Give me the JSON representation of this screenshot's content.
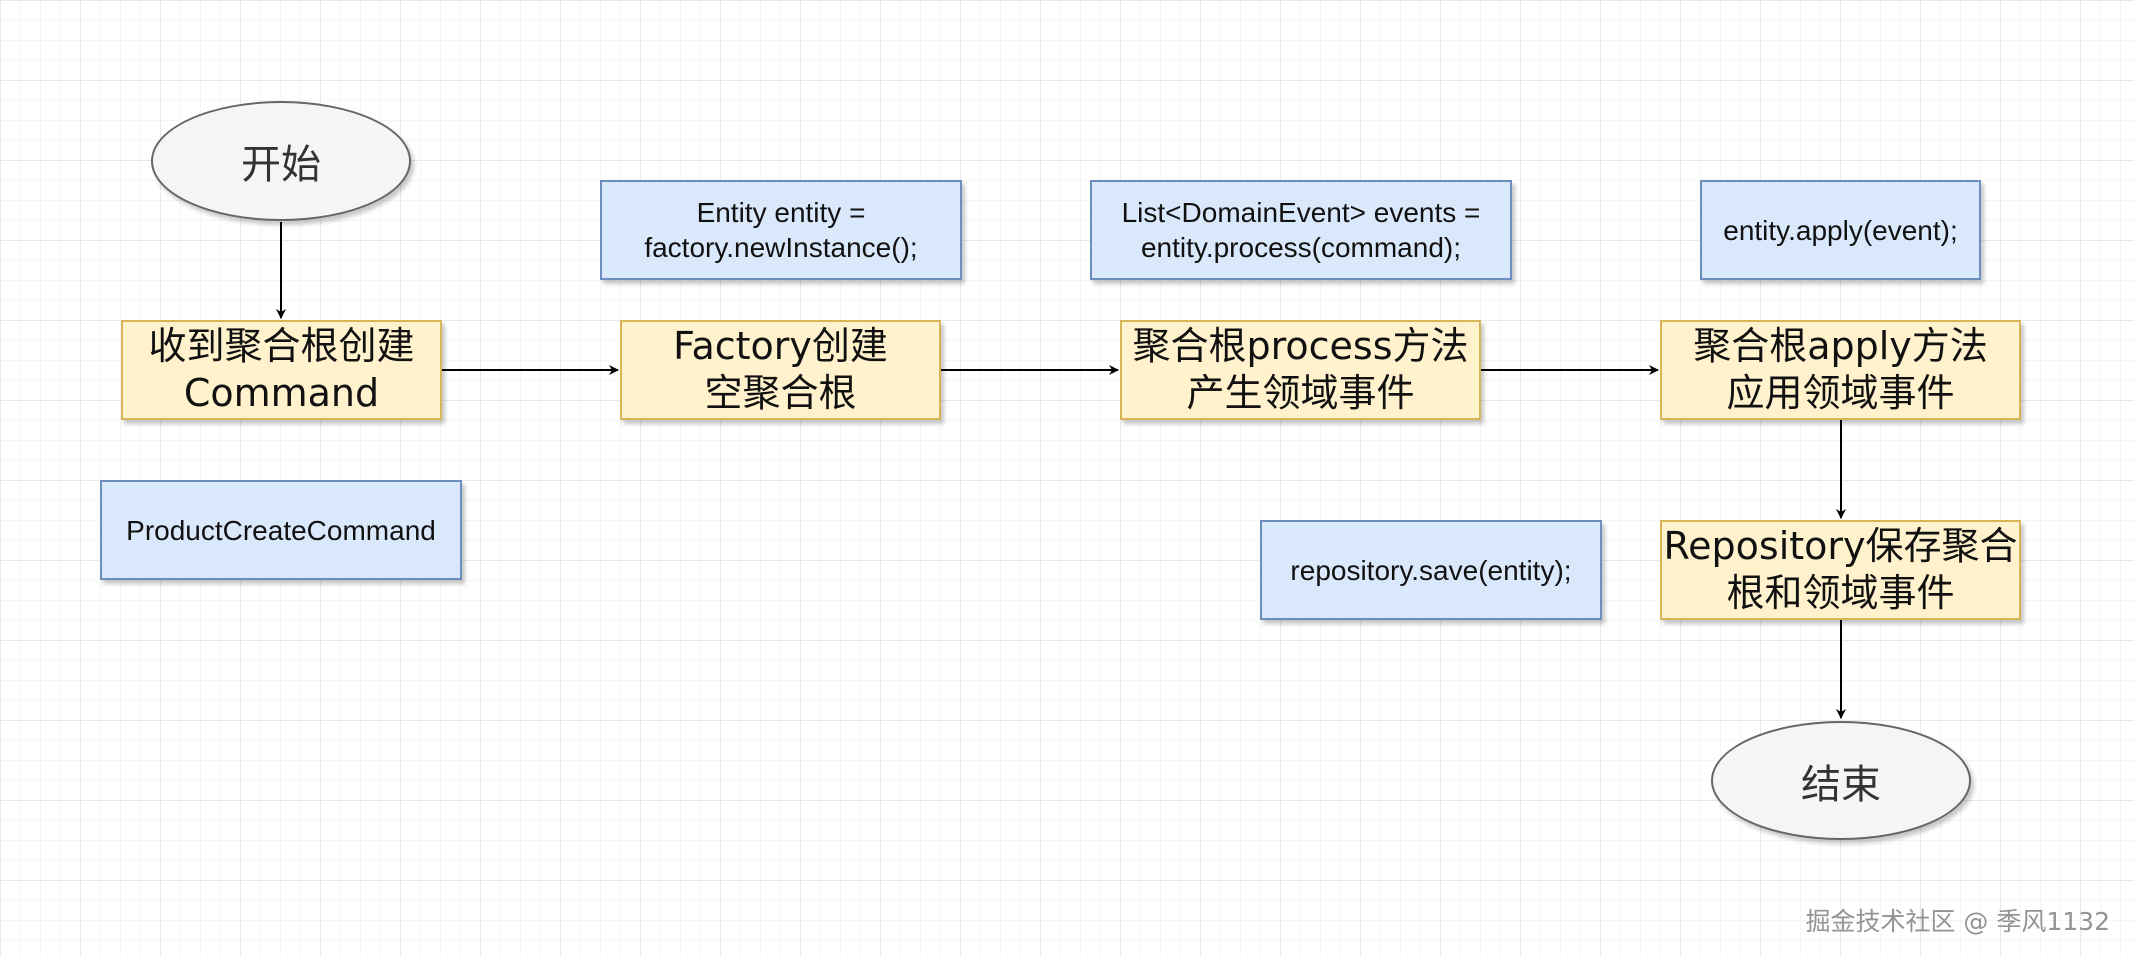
{
  "diagram": {
    "nodes": [
      {
        "id": "start",
        "shape": "terminal",
        "label": "开始"
      },
      {
        "id": "receive",
        "shape": "process",
        "label": "收到聚合根创建\nCommand"
      },
      {
        "id": "factory",
        "shape": "process",
        "label": "Factory创建\n空聚合根"
      },
      {
        "id": "process",
        "shape": "process",
        "label": "聚合根process方法\n产生领域事件"
      },
      {
        "id": "apply",
        "shape": "process",
        "label": "聚合根apply方法\n应用领域事件"
      },
      {
        "id": "save",
        "shape": "process",
        "label": "Repository保存聚合\n根和领域事件"
      },
      {
        "id": "end",
        "shape": "terminal",
        "label": "结束"
      }
    ],
    "notes": [
      {
        "id": "note-command",
        "label": "ProductCreateCommand"
      },
      {
        "id": "note-factory",
        "label": "Entity entity =\nfactory.newInstance();"
      },
      {
        "id": "note-process",
        "label": "List<DomainEvent> events =\nentity.process(command);"
      },
      {
        "id": "note-apply",
        "label": "entity.apply(event);"
      },
      {
        "id": "note-save",
        "label": "repository.save(entity);"
      }
    ],
    "edges": [
      {
        "from": "start",
        "to": "receive"
      },
      {
        "from": "receive",
        "to": "factory"
      },
      {
        "from": "factory",
        "to": "process"
      },
      {
        "from": "process",
        "to": "apply"
      },
      {
        "from": "apply",
        "to": "save"
      },
      {
        "from": "save",
        "to": "end"
      }
    ]
  },
  "colors": {
    "process_fill": "#fff2cc",
    "process_border": "#d6b656",
    "note_fill": "#dae8fc",
    "note_border": "#6c8ebf",
    "terminal_fill": "#f5f5f5",
    "terminal_border": "#666666"
  },
  "watermark": "掘金技术社区 @ 季风1132"
}
